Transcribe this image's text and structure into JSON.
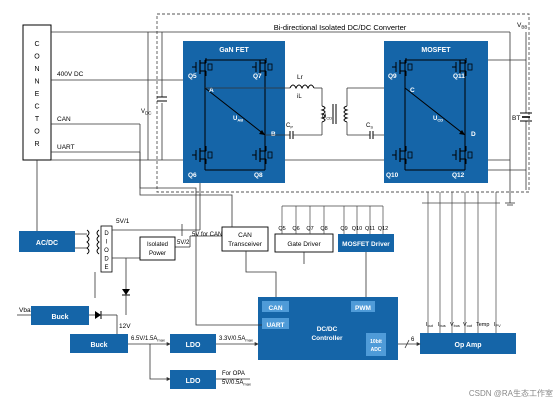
{
  "labels": {
    "converter_title": "Bi-directional Isolated DC/DC Converter",
    "vbb": "V",
    "vbb_sub": "BB",
    "connector": [
      "C",
      "O",
      "N",
      "N",
      "E",
      "C",
      "T",
      "O",
      "R"
    ],
    "dc400": "400V DC",
    "can_wire": "CAN",
    "uart_wire": "UART",
    "vdc": "V",
    "vdc_sub": "DC",
    "gan_title": "GaN FET",
    "mosfet_title": "MOSFET",
    "q5": "Q5",
    "q7": "Q7",
    "q6": "Q6",
    "q8": "Q8",
    "q9": "Q9",
    "q11": "Q11",
    "q10": "Q10",
    "q12": "Q12",
    "node_a": "A",
    "node_b": "B",
    "node_c": "C",
    "node_d": "D",
    "uab": "U",
    "uab_sub": "AB",
    "ucd_right": "U",
    "ucd_right_sub": "CD",
    "lr": "Lr",
    "il": "iL",
    "cp": "C",
    "cp_sub": "P",
    "cs": "C",
    "cs_sub": "S",
    "ucd_mid": "U",
    "ucd_mid_sub": "CD",
    "bt": "BT",
    "acdc": "AC/DC",
    "diode": [
      "D",
      "I",
      "O",
      "D",
      "E"
    ],
    "v5_1": "5V/1",
    "isolated_power": [
      "Isolated",
      "Power"
    ],
    "v5_2": "5V/2",
    "v5_for_can": "5V for CAN",
    "can_transceiver": [
      "CAN",
      "Transceiver"
    ],
    "gate_nums_left": [
      "Q5",
      "Q6",
      "Q7",
      "Q8"
    ],
    "gate_nums_right": [
      "Q9",
      "Q10",
      "Q11",
      "Q12"
    ],
    "gate_driver": "Gate Driver",
    "mosfet_driver": "MOSFET Driver",
    "controller_can": "CAN",
    "controller_uart": "UART",
    "controller_pwm": "PWM",
    "controller": [
      "DC/DC",
      "Controller"
    ],
    "adc": [
      "10bit",
      "ADC"
    ],
    "bus_count": "6",
    "opamp": "Op Amp",
    "opamp_inputs": [
      "I",
      "I",
      "V",
      "V",
      "Temp",
      "I"
    ],
    "opamp_input_subs": [
      "out",
      "bus",
      "bus",
      "out",
      "",
      "PV"
    ],
    "vbat": "Vbat",
    "buck_top": "Buck",
    "v12": "12V",
    "buck_bottom": "Buck",
    "v65": "6.5V/1.5A",
    "v65_sub": "max",
    "ldo_top": "LDO",
    "v33": "3.3V/0.5A",
    "v33_sub": "max",
    "ldo_bottom": "LDO",
    "for_opa": "For OPA",
    "v5_opa": "5V/0.5A",
    "v5_opa_sub": "max",
    "watermark": "CSDN @RA生态工作室"
  }
}
